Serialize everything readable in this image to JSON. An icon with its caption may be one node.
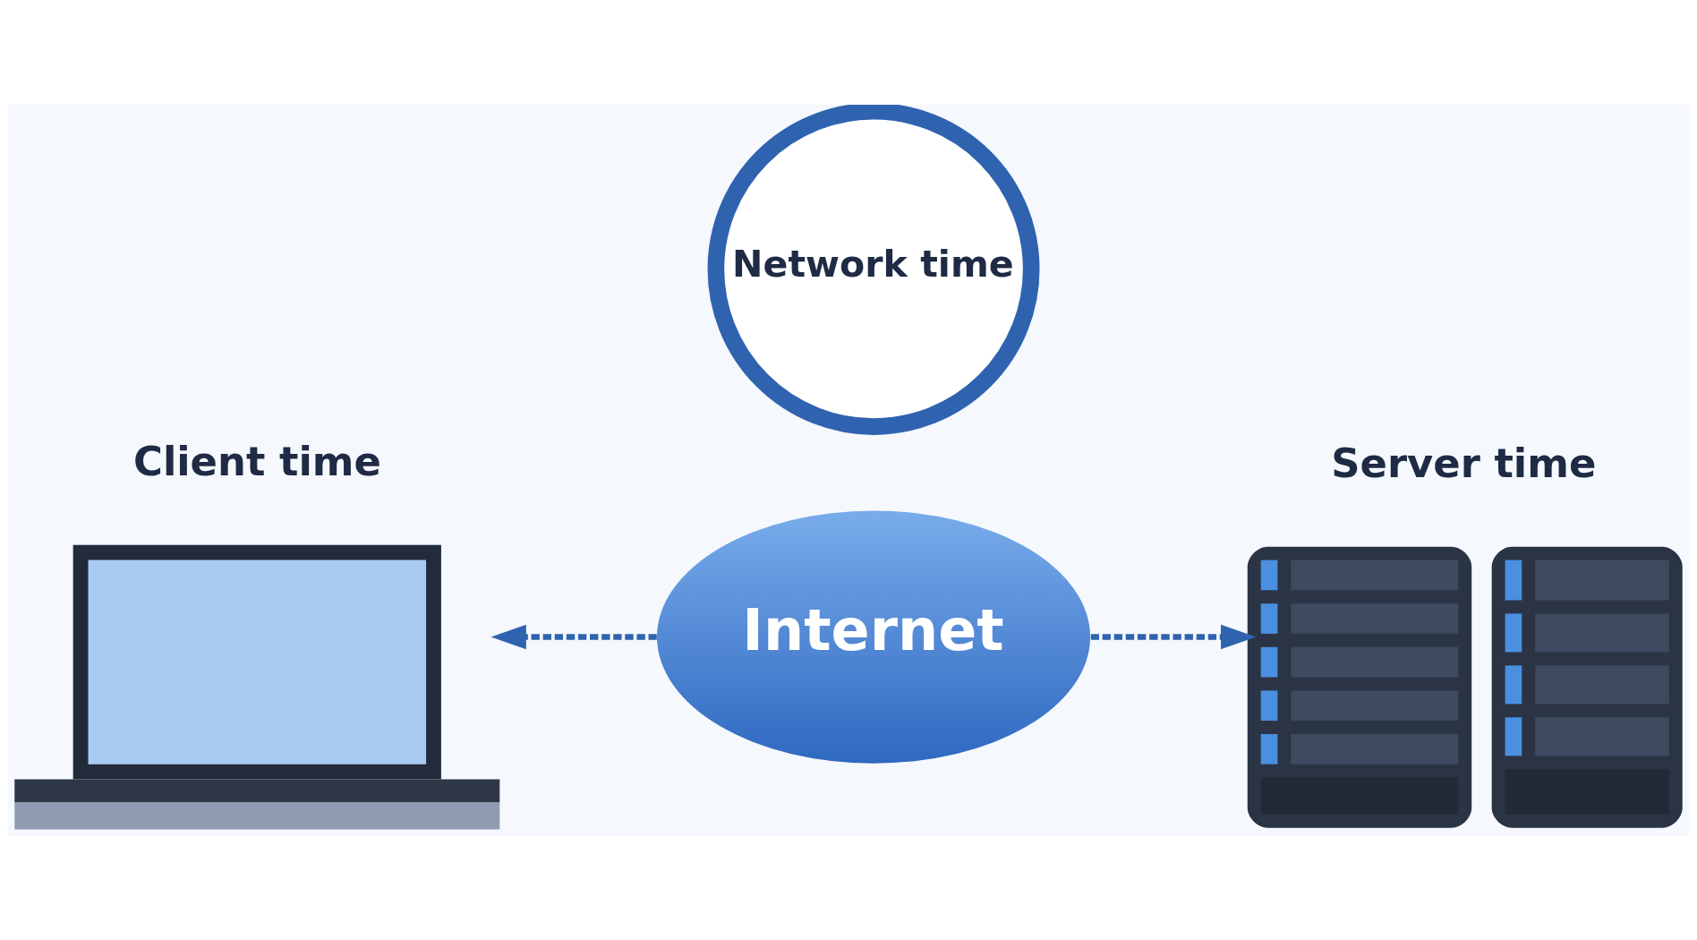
{
  "diagram": {
    "nodes": [
      {
        "text": [
          "Network time"
        ]
      },
      {
        "text": [
          "Client time"
        ]
      },
      {
        "text": [
          "Internet"
        ]
      },
      {
        "text": [
          "Server time"
        ]
      }
    ],
    "edges": [
      {
        "from": 2,
        "to": 1,
        "arrow": "to",
        "style": "dashed"
      },
      {
        "from": 2,
        "to": 3,
        "arrow": "to",
        "style": "dashed"
      }
    ]
  }
}
